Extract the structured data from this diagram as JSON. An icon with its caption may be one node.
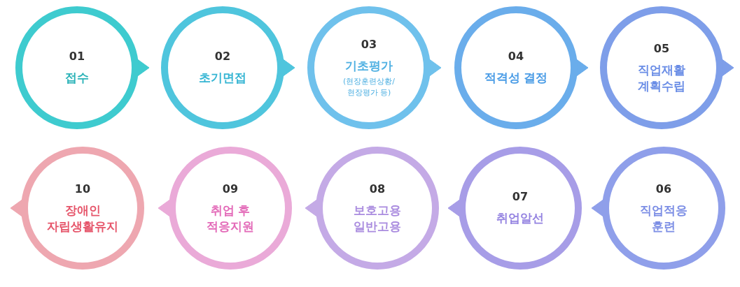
{
  "diagram": {
    "nodes": [
      {
        "text": [
          "01",
          "접수"
        ]
      },
      {
        "text": [
          "02",
          "초기면접"
        ]
      },
      {
        "text": [
          "03",
          "기초평가",
          "(현장훈련상황/ 현장평가 등)"
        ]
      },
      {
        "text": [
          "04",
          "적격성 결정"
        ]
      },
      {
        "text": [
          "05",
          "직업재활 계획수립"
        ]
      },
      {
        "text": [
          "06",
          "직업적응 훈련"
        ]
      },
      {
        "text": [
          "07",
          "취업알선"
        ]
      },
      {
        "text": [
          "08",
          "보호고용 일반고용"
        ]
      },
      {
        "text": [
          "09",
          "취업 후 적응지원"
        ]
      },
      {
        "text": [
          "10",
          "장애인 자립생활유지"
        ]
      }
    ],
    "edges": [
      {
        "from": 0,
        "to": 1,
        "arrow": "to"
      },
      {
        "from": 1,
        "to": 2,
        "arrow": "to"
      },
      {
        "from": 2,
        "to": 3,
        "arrow": "to"
      },
      {
        "from": 3,
        "to": 4,
        "arrow": "to"
      },
      {
        "from": 4,
        "to": null,
        "arrow": "to"
      },
      {
        "from": 5,
        "to": 6,
        "arrow": "to"
      },
      {
        "from": 6,
        "to": 7,
        "arrow": "to"
      },
      {
        "from": 7,
        "to": 8,
        "arrow": "to"
      },
      {
        "from": 8,
        "to": 9,
        "arrow": "to"
      },
      {
        "from": 9,
        "to": null,
        "arrow": "to"
      }
    ]
  }
}
